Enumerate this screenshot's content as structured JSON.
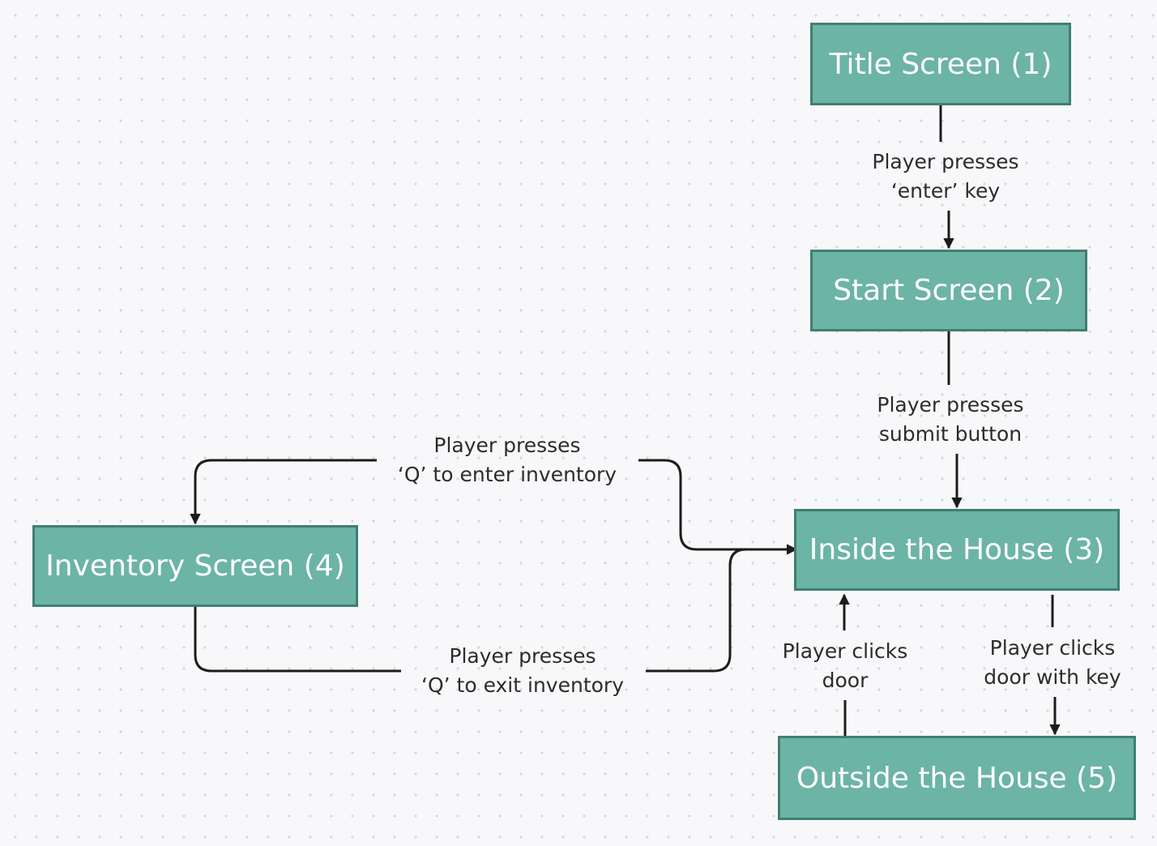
{
  "nodes": {
    "title_screen": "Title Screen (1)",
    "start_screen": "Start Screen (2)",
    "inside_house": "Inside the House (3)",
    "inventory_screen": "Inventory Screen (4)",
    "outside_house": "Outside the House (5)"
  },
  "edges": {
    "title_to_start": [
      "Player presses",
      "‘enter’ key"
    ],
    "start_to_inside": [
      "Player presses",
      "submit button"
    ],
    "inside_to_inventory": [
      "Player presses",
      "‘Q’ to enter inventory"
    ],
    "inventory_to_inside": [
      "Player presses",
      "‘Q’ to exit inventory"
    ],
    "outside_to_inside": [
      "Player clicks",
      "door"
    ],
    "inside_to_outside": [
      "Player clicks",
      "door with key"
    ]
  },
  "colors": {
    "node_fill": "#6cb4a5",
    "node_border": "#3f7f73",
    "connector": "#1c1c1c"
  }
}
